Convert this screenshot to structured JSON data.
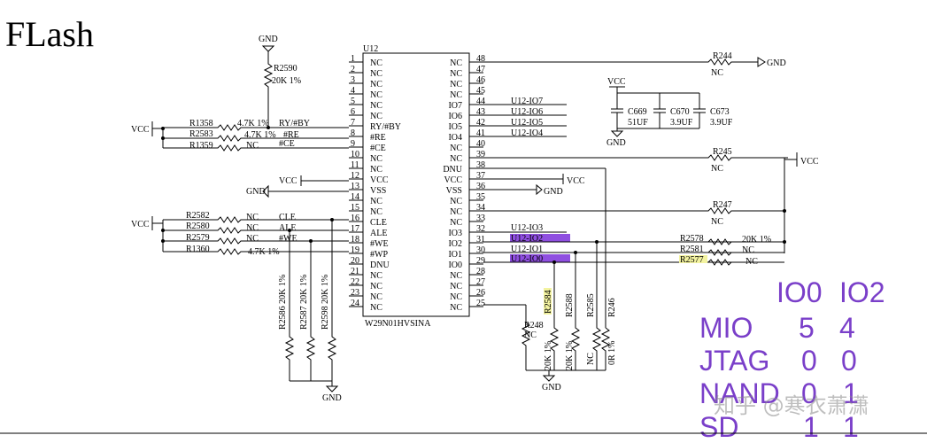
{
  "title": "FLash",
  "chip": {
    "ref": "U12",
    "part": "W29N01HVSINA",
    "left_pins": [
      {
        "num": "1",
        "name": "NC"
      },
      {
        "num": "2",
        "name": "NC"
      },
      {
        "num": "3",
        "name": "NC"
      },
      {
        "num": "4",
        "name": "NC"
      },
      {
        "num": "5",
        "name": "NC"
      },
      {
        "num": "6",
        "name": "NC"
      },
      {
        "num": "7",
        "name": "RY/#BY"
      },
      {
        "num": "8",
        "name": "#RE"
      },
      {
        "num": "9",
        "name": "#CE"
      },
      {
        "num": "10",
        "name": "NC"
      },
      {
        "num": "11",
        "name": "NC"
      },
      {
        "num": "12",
        "name": "VCC"
      },
      {
        "num": "13",
        "name": "VSS"
      },
      {
        "num": "14",
        "name": "NC"
      },
      {
        "num": "15",
        "name": "NC"
      },
      {
        "num": "16",
        "name": "CLE"
      },
      {
        "num": "17",
        "name": "ALE"
      },
      {
        "num": "18",
        "name": "#WE"
      },
      {
        "num": "19",
        "name": "#WP"
      },
      {
        "num": "20",
        "name": "DNU"
      },
      {
        "num": "21",
        "name": "NC"
      },
      {
        "num": "22",
        "name": "NC"
      },
      {
        "num": "23",
        "name": "NC"
      },
      {
        "num": "24",
        "name": "NC"
      }
    ],
    "right_pins": [
      {
        "num": "48",
        "name": "NC"
      },
      {
        "num": "47",
        "name": "NC"
      },
      {
        "num": "46",
        "name": "NC"
      },
      {
        "num": "45",
        "name": "NC"
      },
      {
        "num": "44",
        "name": "IO7"
      },
      {
        "num": "43",
        "name": "IO6"
      },
      {
        "num": "42",
        "name": "IO5"
      },
      {
        "num": "41",
        "name": "IO4"
      },
      {
        "num": "40",
        "name": "NC"
      },
      {
        "num": "39",
        "name": "NC"
      },
      {
        "num": "38",
        "name": "DNU"
      },
      {
        "num": "37",
        "name": "VCC"
      },
      {
        "num": "36",
        "name": "VSS"
      },
      {
        "num": "35",
        "name": "NC"
      },
      {
        "num": "34",
        "name": "NC"
      },
      {
        "num": "33",
        "name": "NC"
      },
      {
        "num": "32",
        "name": "IO3"
      },
      {
        "num": "31",
        "name": "IO2"
      },
      {
        "num": "30",
        "name": "IO1"
      },
      {
        "num": "29",
        "name": "IO0"
      },
      {
        "num": "28",
        "name": "NC"
      },
      {
        "num": "27",
        "name": "NC"
      },
      {
        "num": "26",
        "name": "NC"
      },
      {
        "num": "25",
        "name": "NC"
      }
    ],
    "io_nets": {
      "io7": "U12-IO7",
      "io6": "U12-IO6",
      "io5": "U12-IO5",
      "io4": "U12-IO4",
      "io3": "U12-IO3",
      "io2": "U12-IO2",
      "io1": "U12-IO1",
      "io0": "U12-IO0"
    }
  },
  "nets": {
    "gnd": "GND",
    "vcc": "VCC",
    "nc": "NC"
  },
  "left_resistors": {
    "r2590": {
      "ref": "R2590",
      "value": "20K 1%"
    },
    "r1358": {
      "ref": "R1358",
      "value": "4.7K 1%",
      "net": "RY/#BY"
    },
    "r2583": {
      "ref": "R2583",
      "value": "4.7K 1%",
      "net": "#RE"
    },
    "r1359": {
      "ref": "R1359",
      "value": "NC",
      "net": "#CE"
    },
    "r2582": {
      "ref": "R2582",
      "value": "NC",
      "net": "CLE"
    },
    "r2580": {
      "ref": "R2580",
      "value": "NC",
      "net": "ALE"
    },
    "r2579": {
      "ref": "R2579",
      "value": "NC",
      "net": "#WE"
    },
    "r1360": {
      "ref": "R1360",
      "value": "4.7K 1%"
    },
    "r2586": {
      "label": "R2586 20K 1%"
    },
    "r2587": {
      "label": "R2587 20K 1%"
    },
    "r2598": {
      "label": "R2598 20K 1%"
    }
  },
  "right_parts": {
    "r244": {
      "ref": "R244",
      "value": "NC"
    },
    "c669": {
      "ref": "C669",
      "value": "51UF"
    },
    "c670": {
      "ref": "C670",
      "value": "3.9UF"
    },
    "c673": {
      "ref": "C673",
      "value": "3.9UF"
    },
    "r245": {
      "ref": "R245",
      "value": "NC"
    },
    "r247": {
      "ref": "R247",
      "value": "NC"
    },
    "r2578": {
      "ref": "R2578",
      "value": "20K 1%"
    },
    "r2581": {
      "ref": "R2581",
      "value": "NC"
    },
    "r2577": {
      "ref": "R2577",
      "value": "NC"
    },
    "r248": {
      "ref": "R248",
      "value": "NC"
    },
    "r2584": {
      "ref": "R2584",
      "value": "20K 1%"
    },
    "r2588": {
      "ref": "R2588",
      "value": "20K 1%"
    },
    "r2585": {
      "ref": "R2585",
      "value": "NC"
    },
    "r246": {
      "ref": "R246",
      "value": "0R 1%"
    }
  },
  "boot_table": {
    "headers": [
      "IO0",
      "IO2"
    ],
    "rows": [
      {
        "mode": "MIO",
        "io0": "5",
        "io2": "4"
      },
      {
        "mode": "JTAG",
        "io0": "0",
        "io2": "0"
      },
      {
        "mode": "NAND",
        "io0": "0",
        "io2": "1"
      },
      {
        "mode": "SD",
        "io0": "1",
        "io2": "1"
      }
    ],
    "color": "#7a3fc9"
  },
  "watermark": "知乎 @寒衣萧潇"
}
